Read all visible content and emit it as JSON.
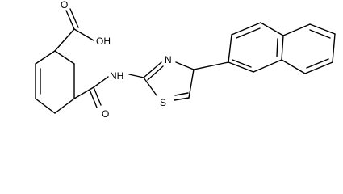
{
  "molecule": {
    "atoms": {
      "carboxyl_oh": "OH",
      "carboxyl_o": "O",
      "amide_o": "O",
      "amide_nh": "NH",
      "thiazole_n": "N",
      "thiazole_s": "S"
    }
  },
  "colors": {
    "bond": "#000000",
    "label": "#000000",
    "background": "#ffffff"
  }
}
